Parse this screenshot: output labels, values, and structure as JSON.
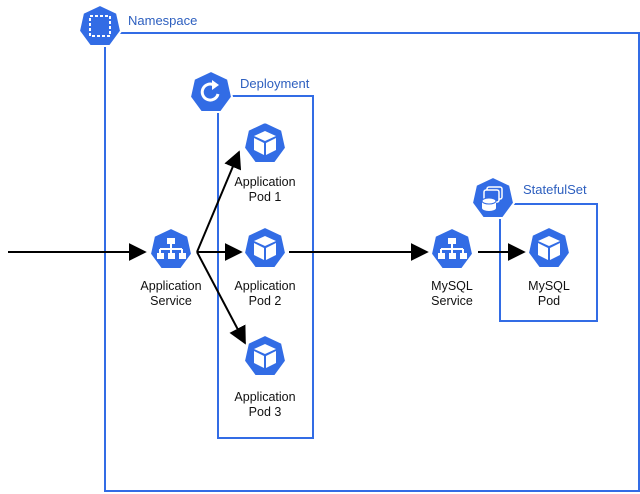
{
  "namespace": {
    "title": "Namespace",
    "icon": "namespace-icon"
  },
  "deployment": {
    "title": "Deployment",
    "icon": "deployment-icon"
  },
  "statefulset": {
    "title": "StatefulSet",
    "icon": "statefulset-icon"
  },
  "nodes": {
    "app_service": {
      "line1": "Application",
      "line2": "Service",
      "icon": "service-icon"
    },
    "pod1": {
      "line1": "Application",
      "line2": "Pod 1",
      "icon": "pod-icon"
    },
    "pod2": {
      "line1": "Application",
      "line2": "Pod 2",
      "icon": "pod-icon"
    },
    "pod3": {
      "line1": "Application",
      "line2": "Pod 3",
      "icon": "pod-icon"
    },
    "mysql_service": {
      "line1": "MySQL",
      "line2": "Service",
      "icon": "service-icon"
    },
    "mysql_pod": {
      "line1": "MySQL",
      "line2": "Pod",
      "icon": "pod-icon"
    }
  },
  "colors": {
    "accent": "#326ce5",
    "line": "#000000",
    "text": "#111111"
  }
}
